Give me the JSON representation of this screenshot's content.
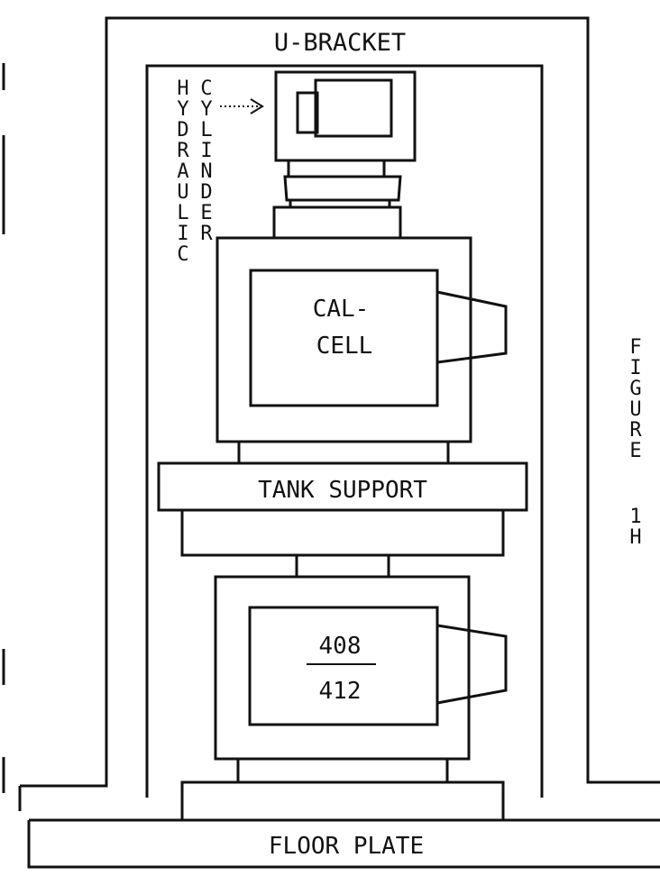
{
  "labels": {
    "u_bracket": "U-BRACKET",
    "hydraulic": "HYDRAULIC",
    "cylinder": "CYLINDER",
    "cal_cell_line1": "CAL-",
    "cal_cell_line2": "CELL",
    "tank_support": "TANK SUPPORT",
    "gauge_top": "408",
    "gauge_bottom": "412",
    "floor_plate": "FLOOR PLATE",
    "figure_word": "FIGURE",
    "figure_num": "1",
    "figure_letter": "H"
  },
  "colors": {
    "line": "#111111",
    "background": "#ffffff"
  }
}
